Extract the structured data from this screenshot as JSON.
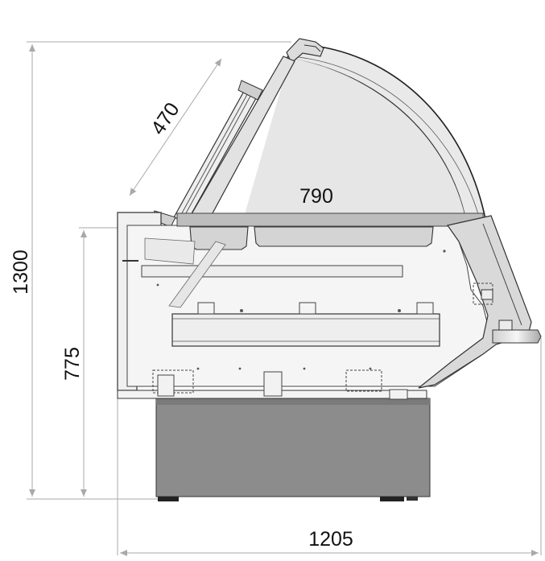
{
  "dimensions": {
    "total_height": "1300",
    "counter_height": "775",
    "glass_length": "470",
    "shelf_depth": "790",
    "total_depth": "1205"
  },
  "colors": {
    "dimension_line": "#a9a9a9",
    "cabinet_fill": "#f0f0f0",
    "base_fill": "#8c8c8c",
    "glass_fill": "#e4e4e4",
    "outline": "#333333"
  }
}
